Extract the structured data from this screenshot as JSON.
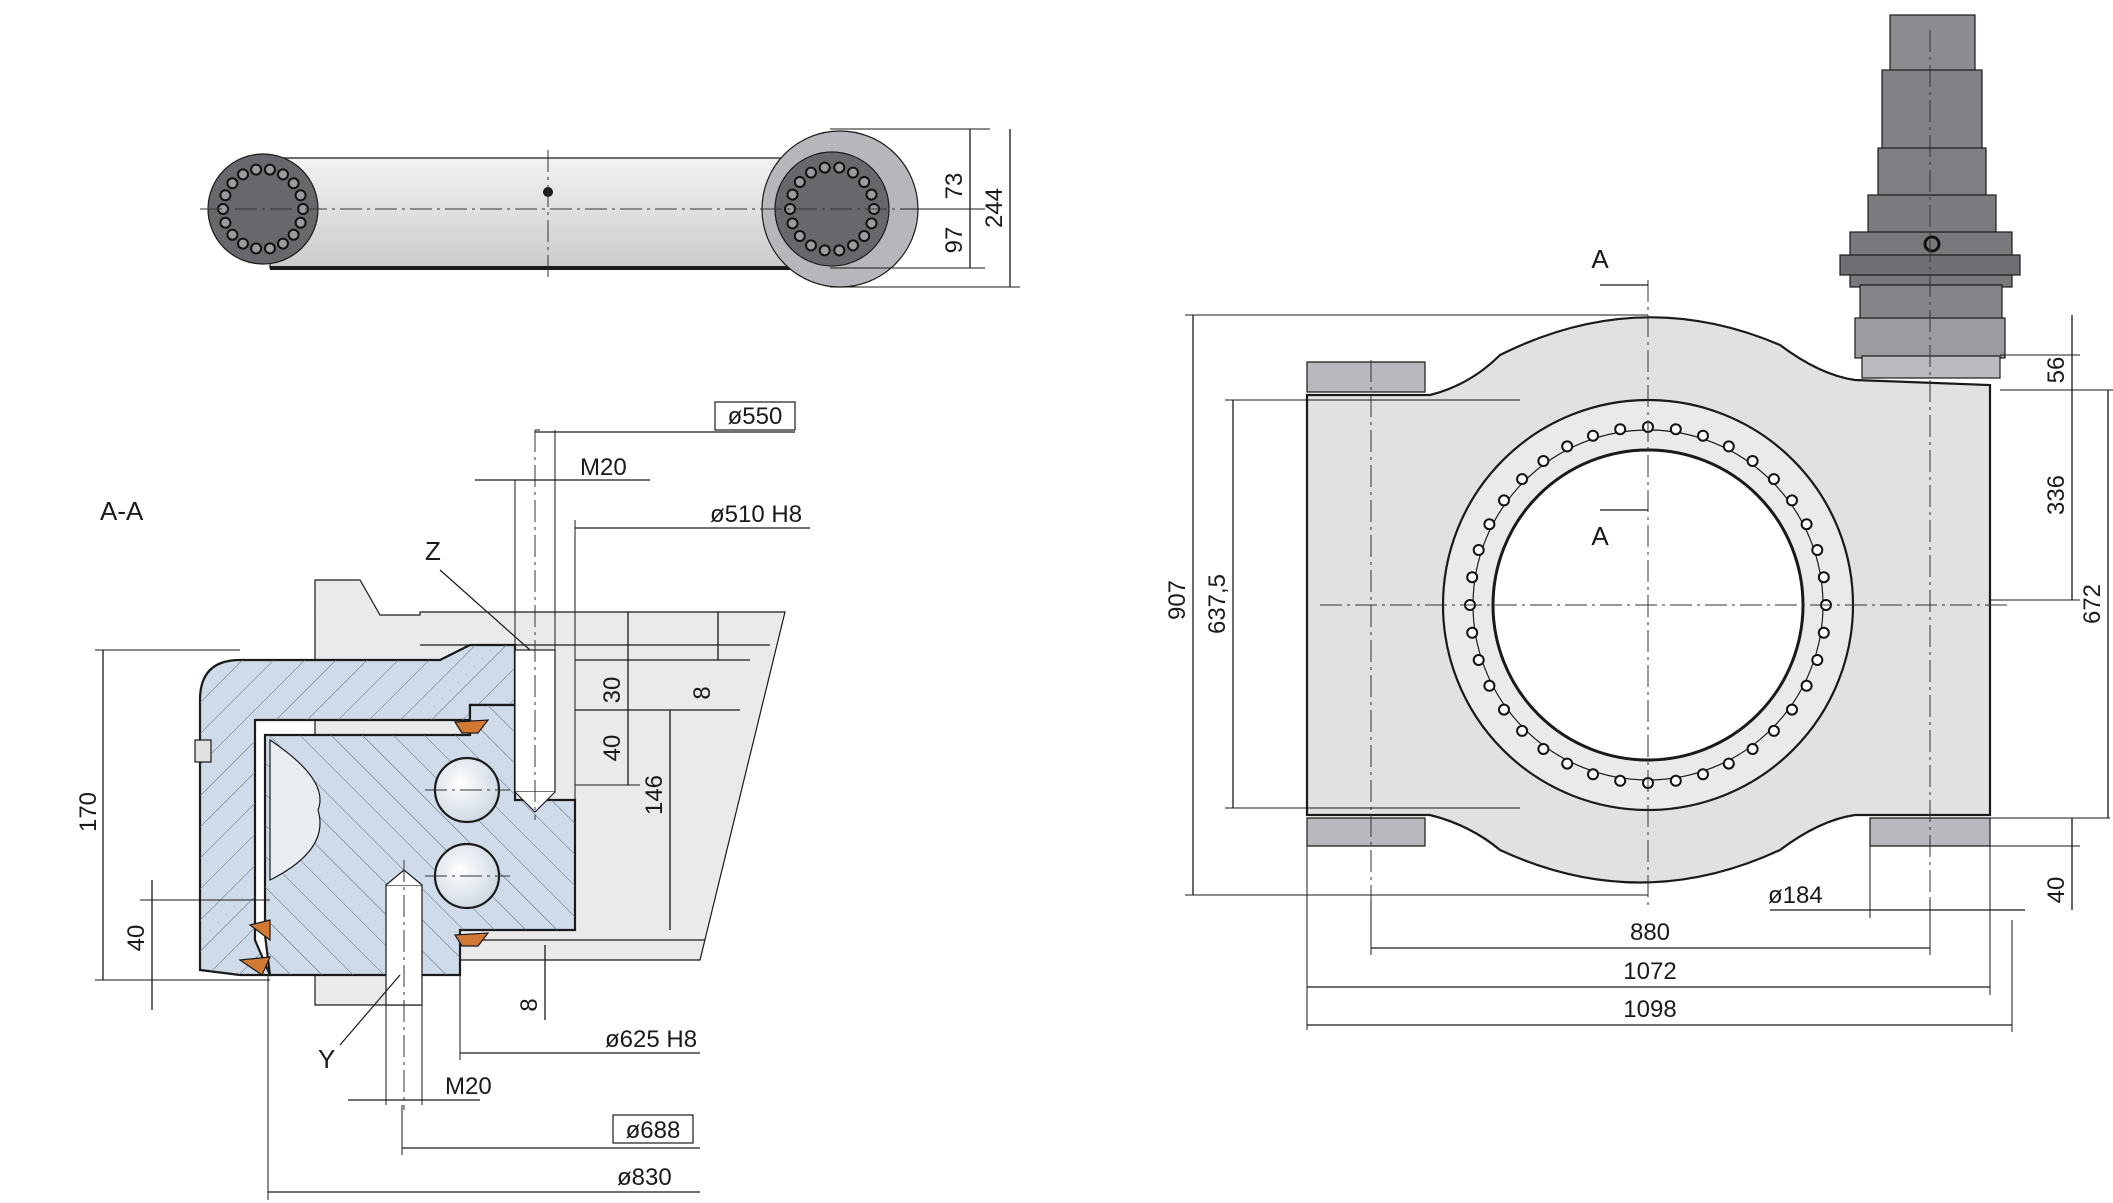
{
  "drawing": {
    "section_label": "A-A",
    "section_arrow_label": "A",
    "detail_labels": {
      "z": "Z",
      "y": "Y"
    },
    "top_view_dims": {
      "d73": "73",
      "d97": "97",
      "d244": "244"
    },
    "section_dims": {
      "d550": "ø550",
      "m20_top": "M20",
      "d510": "ø510 H8",
      "d30": "30",
      "d8_top": "8",
      "d40_inner": "40",
      "d146": "146",
      "d170": "170",
      "d40_left": "40",
      "d8_bottom": "8",
      "d625": "ø625 H8",
      "m20_bottom": "M20",
      "d688": "ø688",
      "d830": "ø830"
    },
    "front_view_dims": {
      "d907": "907",
      "d637": "637,5",
      "d56": "56",
      "d336": "336",
      "d672": "672",
      "d40": "40",
      "d184": "ø184",
      "d880": "880",
      "d1072": "1072",
      "d1098": "1098"
    },
    "colors": {
      "ring_fill": "#e6e8ea",
      "body_fill": "#dfe1e3",
      "dark_part": "#7d7f82",
      "section_blue": "#cfdbe8",
      "seal_orange": "#d27a35"
    }
  }
}
